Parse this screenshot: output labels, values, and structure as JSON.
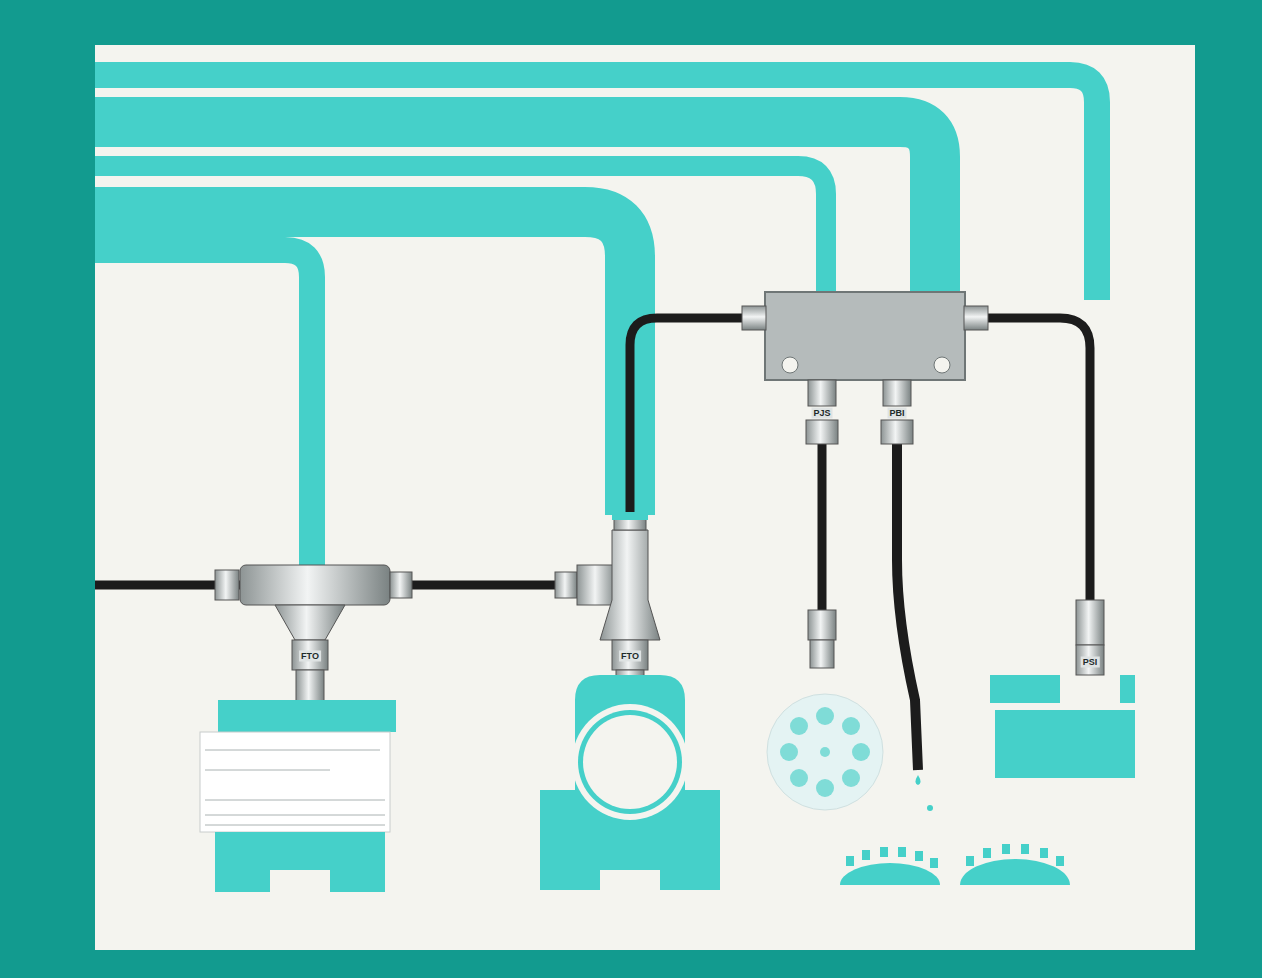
{
  "diagram": {
    "labels": [
      "FTO",
      "FTO",
      "PJS",
      "PBI",
      "PSI"
    ]
  }
}
